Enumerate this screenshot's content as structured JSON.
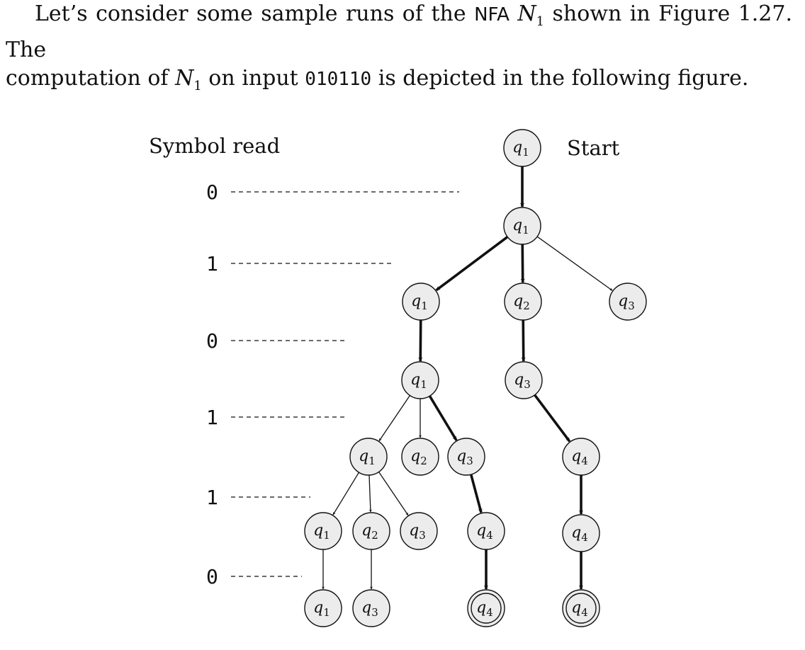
{
  "paragraph": {
    "line1_a": "Let’s consider some sample runs of the ",
    "line1_nfa": "NFA",
    "line1_b": " ",
    "line1_n": "N",
    "line1_n_sub": "1",
    "line1_c": " shown in Figure 1.27. The",
    "line2_a": "computation of ",
    "line2_n": "N",
    "line2_n_sub": "1",
    "line2_b": " on input ",
    "line2_input": "010110",
    "line2_c": " is depicted in the following figure."
  },
  "figure": {
    "symbol_read_label": "Symbol read",
    "start_label": "Start",
    "symbols": [
      "0",
      "1",
      "0",
      "1",
      "1",
      "0"
    ],
    "states": [
      {
        "id": "a",
        "name": "q",
        "sub": "1",
        "accept": false
      },
      {
        "id": "b",
        "name": "q",
        "sub": "1",
        "accept": false
      },
      {
        "id": "c1",
        "name": "q",
        "sub": "1",
        "accept": false
      },
      {
        "id": "c2",
        "name": "q",
        "sub": "2",
        "accept": false
      },
      {
        "id": "c3",
        "name": "q",
        "sub": "3",
        "accept": false
      },
      {
        "id": "d1",
        "name": "q",
        "sub": "1",
        "accept": false
      },
      {
        "id": "d2",
        "name": "q",
        "sub": "3",
        "accept": false
      },
      {
        "id": "e1",
        "name": "q",
        "sub": "1",
        "accept": false
      },
      {
        "id": "e2",
        "name": "q",
        "sub": "2",
        "accept": false
      },
      {
        "id": "e3",
        "name": "q",
        "sub": "3",
        "accept": false
      },
      {
        "id": "e4",
        "name": "q",
        "sub": "4",
        "accept": false
      },
      {
        "id": "f1",
        "name": "q",
        "sub": "1",
        "accept": false
      },
      {
        "id": "f2",
        "name": "q",
        "sub": "2",
        "accept": false
      },
      {
        "id": "f3",
        "name": "q",
        "sub": "3",
        "accept": false
      },
      {
        "id": "f4",
        "name": "q",
        "sub": "4",
        "accept": false
      },
      {
        "id": "f5",
        "name": "q",
        "sub": "4",
        "accept": false
      },
      {
        "id": "g1",
        "name": "q",
        "sub": "1",
        "accept": false
      },
      {
        "id": "g2",
        "name": "q",
        "sub": "3",
        "accept": false
      },
      {
        "id": "g3",
        "name": "q",
        "sub": "4",
        "accept": true
      },
      {
        "id": "g4",
        "name": "q",
        "sub": "4",
        "accept": true
      }
    ],
    "edges": [
      {
        "from": "a",
        "to": "b",
        "bold": true
      },
      {
        "from": "b",
        "to": "c1",
        "bold": true
      },
      {
        "from": "b",
        "to": "c2",
        "bold": true
      },
      {
        "from": "b",
        "to": "c3",
        "bold": false
      },
      {
        "from": "c1",
        "to": "d1",
        "bold": true
      },
      {
        "from": "c2",
        "to": "d2",
        "bold": true
      },
      {
        "from": "d1",
        "to": "e1",
        "bold": false
      },
      {
        "from": "d1",
        "to": "e2",
        "bold": false
      },
      {
        "from": "d1",
        "to": "e3",
        "bold": true
      },
      {
        "from": "d2",
        "to": "e4",
        "bold": true
      },
      {
        "from": "e1",
        "to": "f1",
        "bold": false
      },
      {
        "from": "e1",
        "to": "f2",
        "bold": false
      },
      {
        "from": "e1",
        "to": "f3",
        "bold": false
      },
      {
        "from": "e3",
        "to": "f4",
        "bold": true
      },
      {
        "from": "e4",
        "to": "f5",
        "bold": true
      },
      {
        "from": "f1",
        "to": "g1",
        "bold": false
      },
      {
        "from": "f2",
        "to": "g2",
        "bold": false
      },
      {
        "from": "f4",
        "to": "g3",
        "bold": true
      },
      {
        "from": "f5",
        "to": "g4",
        "bold": true
      }
    ],
    "colors": {
      "node_fill": "#ececec",
      "stroke": "#111111"
    }
  }
}
